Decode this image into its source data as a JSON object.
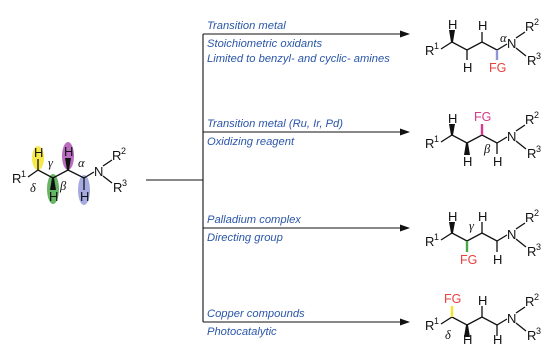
{
  "reactant": {
    "labels": {
      "r1": "R",
      "r1_sub": "1",
      "r2": "R",
      "r2_sub": "2",
      "r3": "R",
      "r3_sub": "3",
      "n": "N",
      "h": "H"
    },
    "positions": {
      "delta": "δ",
      "gamma": "γ",
      "beta": "β",
      "alpha": "α"
    },
    "highlight_colors": {
      "delta": "#f4e42c",
      "gamma": "#4aa84a",
      "beta": "#a23ca8",
      "alpha": "#8e96d8"
    }
  },
  "routes": [
    {
      "conditions": [
        "Transition metal",
        "Stoichiometric oxidants",
        "Limited to benzyl- and cyclic- amines"
      ],
      "site": "α",
      "fg": "FG",
      "fg_color": "#e8403c"
    },
    {
      "conditions": [
        "Transition metal (Ru, Ir, Pd)",
        "Oxidizing reagent"
      ],
      "site": "β",
      "fg": "FG",
      "fg_color": "#d63a8c"
    },
    {
      "conditions": [
        "Palladium complex",
        "Directing group"
      ],
      "site": "γ",
      "fg": "FG",
      "fg_color": "#e8403c"
    },
    {
      "conditions": [
        "Copper compounds",
        "Photocatalytic"
      ],
      "site": "δ",
      "fg": "FG",
      "fg_color": "#e8403c"
    }
  ],
  "colors": {
    "condition_text": "#2a56a8",
    "bonds": "#111111"
  }
}
